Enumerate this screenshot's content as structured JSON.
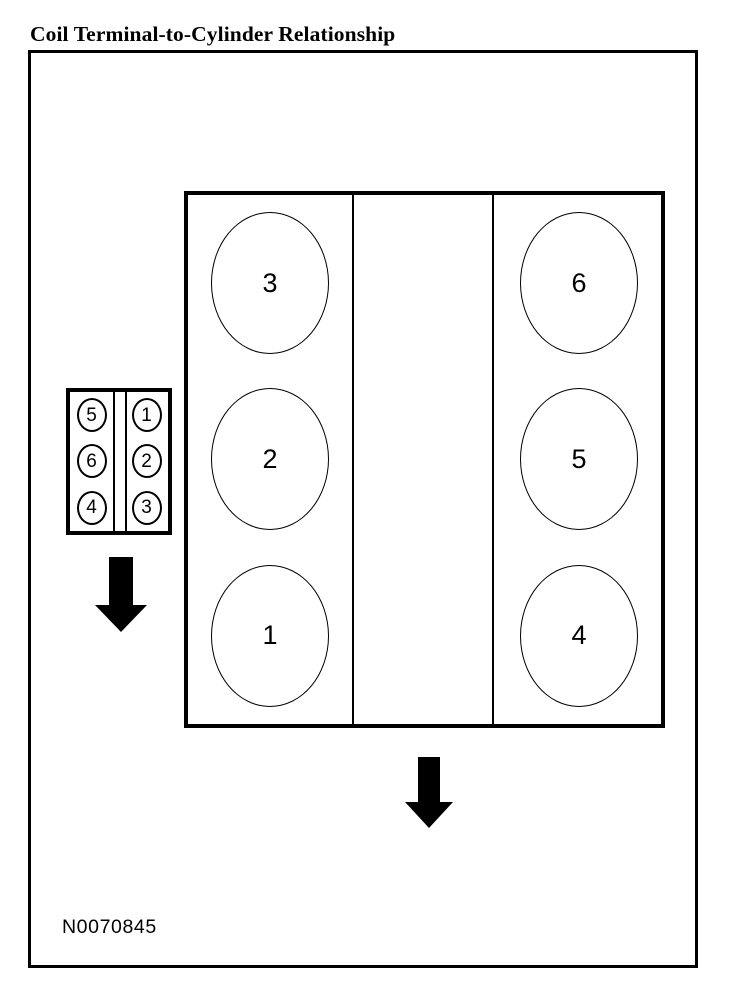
{
  "figure": {
    "title": "Coil Terminal-to-Cylinder Relationship",
    "reference_number": "N0070845",
    "ink_color": "#000000",
    "background_color": "#ffffff"
  },
  "coil_connector": {
    "name": "coil pack terminal connector",
    "left_column": [
      "5",
      "6",
      "4"
    ],
    "right_column": [
      "1",
      "2",
      "3"
    ]
  },
  "engine_block": {
    "name": "V6 engine block cylinder layout",
    "left_bank": [
      "3",
      "2",
      "1"
    ],
    "right_bank": [
      "6",
      "5",
      "4"
    ]
  },
  "arrows": {
    "coil_arrow_label": "down-arrow",
    "engine_arrow_label": "down-arrow"
  }
}
